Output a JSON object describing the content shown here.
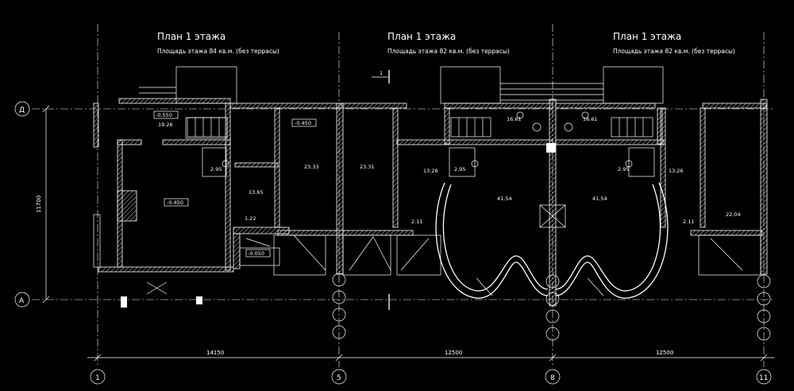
{
  "plans": [
    {
      "title": "План 1 этажа",
      "subtitle": "Площадь этажа 84 кв.м. (без террасы)"
    },
    {
      "title": "План 1 этажа",
      "subtitle": "Площадь этажа 82 кв.м. (без террасы)"
    },
    {
      "title": "План 1 этажа",
      "subtitle": "Площадь этажа 82 кв.м. (без террасы)"
    }
  ],
  "axes_vertical": [
    "1",
    "5",
    "8",
    "11"
  ],
  "axes_horizontal": [
    "Д",
    "А"
  ],
  "dimensions": {
    "bottom": [
      "14150",
      "12500",
      "12500"
    ],
    "left": "11700"
  },
  "section_mark": "1",
  "levels": [
    "-0.550",
    "-0.450",
    "-0.450",
    "-0.050"
  ],
  "rooms": [
    "19.26",
    "13.65",
    "2.95",
    "1.22",
    "23.33",
    "23.31",
    "13.26",
    "2.95",
    "2.11",
    "16.61",
    "41.54",
    "16.61",
    "41.54",
    "2.95",
    "13.26",
    "2.11",
    "22.04"
  ]
}
